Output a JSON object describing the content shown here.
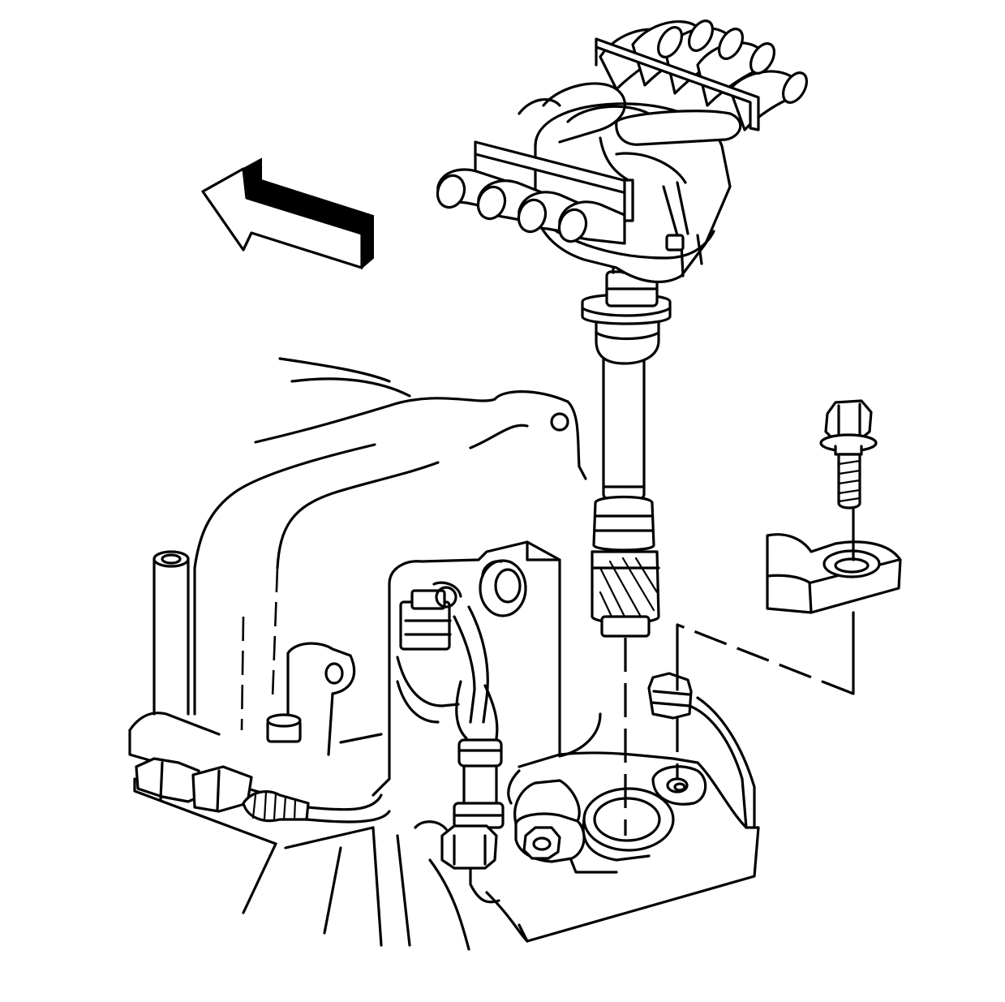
{
  "figure": {
    "background_color": "#ffffff",
    "line_color": "#000000",
    "parts": [
      "distributor-cap",
      "spark-plug-wires",
      "distributor-shaft",
      "drive-gear",
      "hold-down-clamp",
      "hold-down-bolt",
      "intake-manifold",
      "engine-block",
      "direction-arrow-icon"
    ]
  }
}
